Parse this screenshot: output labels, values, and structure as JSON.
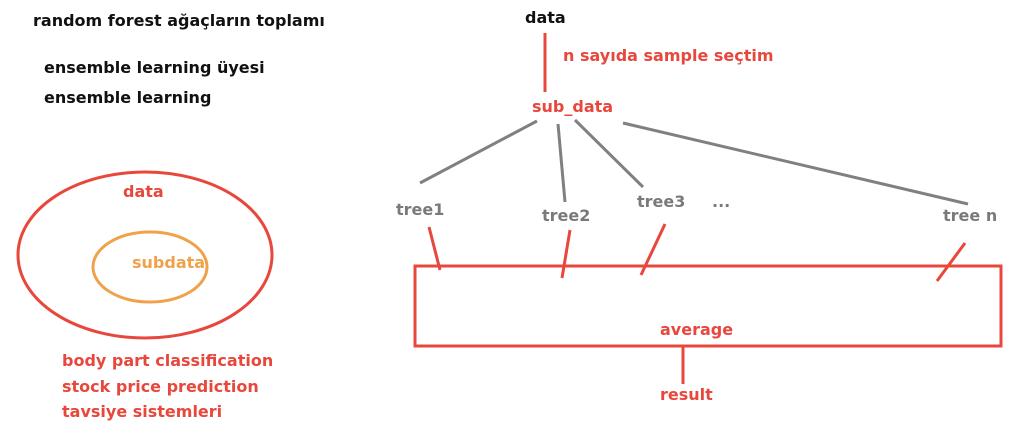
{
  "notes": {
    "line1": "random forest ağaçların toplamı",
    "line2": "ensemble learning üyesi",
    "line3": "ensemble learning"
  },
  "venn": {
    "outer_label": "data",
    "inner_label": "subdata"
  },
  "applications": [
    "body part classification",
    "stock price prediction",
    "tavsiye sistemleri"
  ],
  "flow": {
    "data_label": "data",
    "step_label": "n sayıda sample seçtim",
    "sub_data_label": "sub_data",
    "trees": [
      "tree1",
      "tree2",
      "tree3",
      "...",
      "tree n"
    ],
    "average_label": "average",
    "result_label": "result"
  },
  "colors": {
    "red": "#e8473c",
    "gray": "#7a7a7a",
    "orange": "#f0a24a",
    "black": "#111111"
  }
}
